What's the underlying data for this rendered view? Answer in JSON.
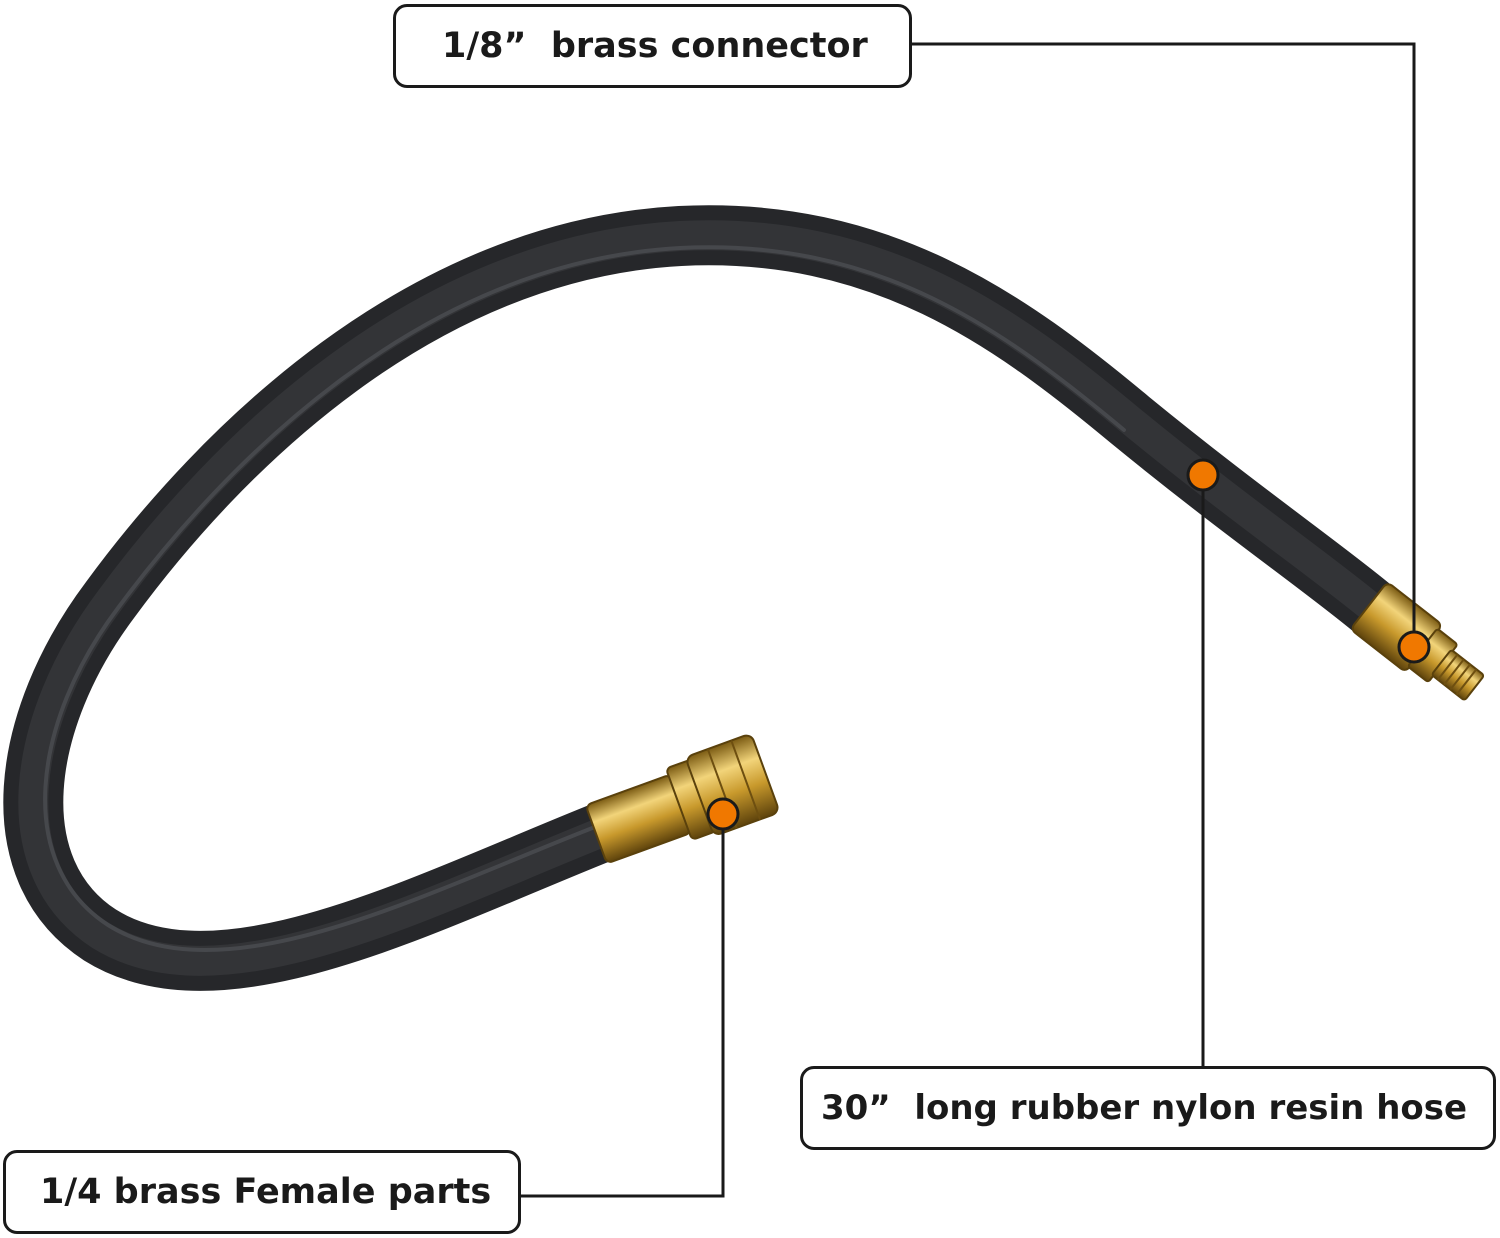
{
  "callouts": {
    "brass_connector": "1/8”  brass connector",
    "hose": "30”  long rubber nylon resin hose",
    "female_parts": "1/4 brass Female parts"
  },
  "colors": {
    "hose": "#2f3033",
    "brass": "#c9a033",
    "marker": "#f07800",
    "line": "#1a1a1a"
  }
}
